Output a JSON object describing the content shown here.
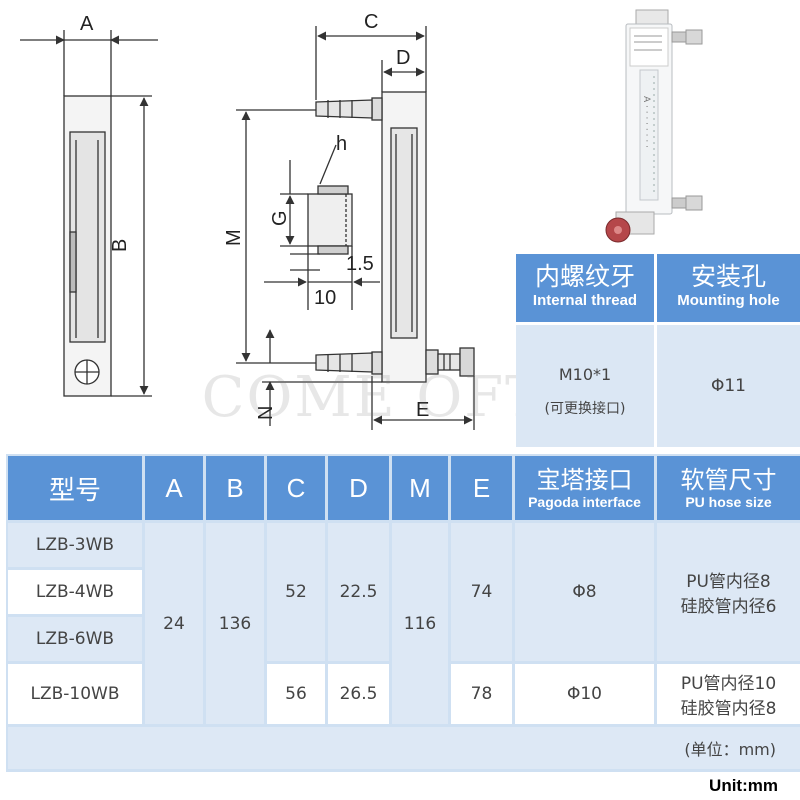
{
  "drawing": {
    "labels": {
      "A": "A",
      "B": "B",
      "C": "C",
      "D": "D",
      "E": "E",
      "M": "M",
      "N": "N",
      "G": "G",
      "h": "h",
      "dim_1_5": "1.5",
      "dim_10": "10"
    }
  },
  "watermark": "COME OFTEN",
  "product_photo": {
    "scale_marks": "A  ·  ·  ·  ·  ·  ·  ·  ·"
  },
  "thread_table": {
    "header_1_zh": "内螺纹牙",
    "header_1_en": "Internal thread",
    "header_2_zh": "安装孔",
    "header_2_en": "Mounting hole",
    "thread_value": "M10*1",
    "thread_note": "(可更换接口)",
    "mount_value": "Φ11"
  },
  "spec_table": {
    "headers": [
      "型号",
      "A",
      "B",
      "C",
      "D",
      "M",
      "E"
    ],
    "pagoda_zh": "宝塔接口",
    "pagoda_en": "Pagoda interface",
    "hose_zh": "软管尺寸",
    "hose_en": "PU hose size",
    "models": [
      "LZB-3WB",
      "LZB-4WB",
      "LZB-6WB",
      "LZB-10WB"
    ],
    "A": "24",
    "B": "136",
    "M": "116",
    "group1": {
      "C": "52",
      "D": "22.5",
      "E": "74",
      "pagoda": "Φ8",
      "hose_1": "PU管内径8",
      "hose_2": "硅胶管内径6"
    },
    "group2": {
      "C": "56",
      "D": "26.5",
      "E": "78",
      "pagoda": "Φ10",
      "hose_1": "PU管内径10",
      "hose_2": "硅胶管内径8"
    },
    "unit_zh": "(单位：mm)"
  },
  "unit_en": "Unit:mm"
}
